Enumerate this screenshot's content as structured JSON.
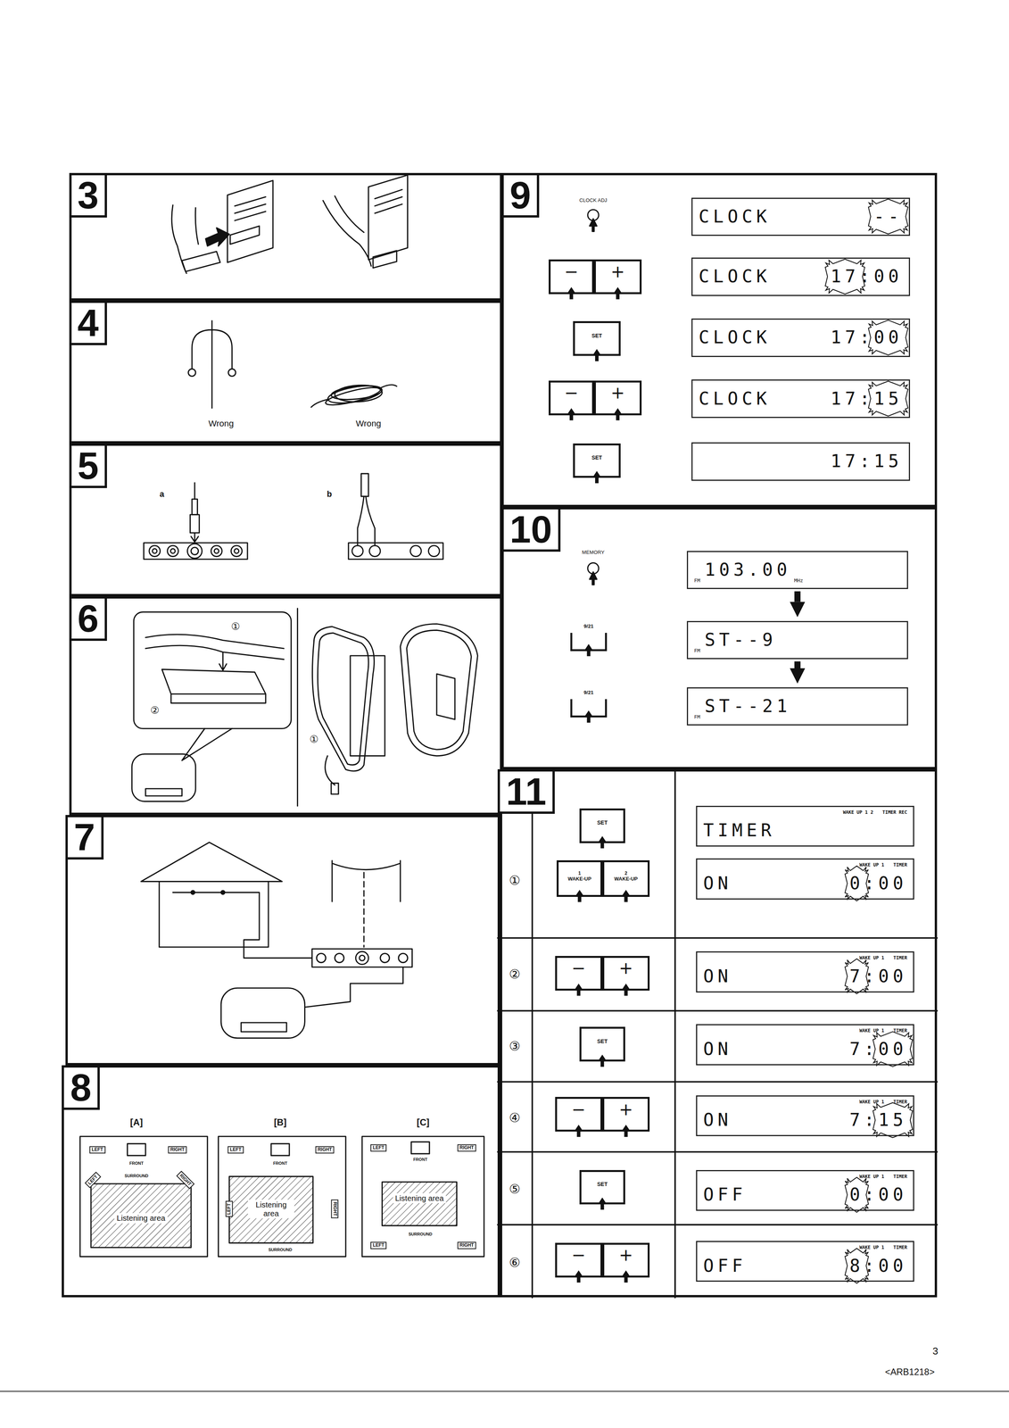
{
  "diagram": {
    "nodes": [
      {
        "text": [
          "3"
        ]
      },
      {
        "text": [
          "4"
        ]
      },
      {
        "text": [
          "5"
        ]
      },
      {
        "text": [
          "6"
        ]
      },
      {
        "text": [
          "7"
        ]
      },
      {
        "text": [
          "8"
        ]
      },
      {
        "text": [
          "9"
        ]
      },
      {
        "text": [
          "10"
        ]
      },
      {
        "text": [
          "11"
        ]
      },
      {
        "text": [
          "CLOCK",
          "--"
        ],
        "in": 6
      },
      {
        "text": [
          "−"
        ],
        "in": 6
      },
      {
        "text": [
          "+"
        ],
        "in": 6
      },
      {
        "text": [
          "CLOCK",
          "17:00"
        ],
        "in": 6
      },
      {
        "text": [
          "SET"
        ],
        "in": 6
      },
      {
        "text": [
          "CLOCK",
          "17:00"
        ],
        "in": 6
      },
      {
        "text": [
          "−"
        ],
        "in": 6
      },
      {
        "text": [
          "+"
        ],
        "in": 6
      },
      {
        "text": [
          "CLOCK",
          "17:15"
        ],
        "in": 6
      },
      {
        "text": [
          "SET"
        ],
        "in": 6
      },
      {
        "text": [
          "17:15"
        ],
        "in": 6
      },
      {
        "text": [
          "FM",
          "103.00",
          "MHz"
        ],
        "in": 7
      },
      {
        "text": [
          "9/21"
        ],
        "in": 7
      },
      {
        "text": [
          "FM",
          "ST--9"
        ],
        "in": 7
      },
      {
        "text": [
          "9/21"
        ],
        "in": 7
      },
      {
        "text": [
          "FM",
          "ST--21"
        ],
        "in": 7
      },
      {
        "text": [
          "SET"
        ],
        "in": 8
      },
      {
        "text": [
          "WAKE UP 1 2",
          "TIMER REC",
          "TIMER"
        ],
        "in": 8
      },
      {
        "text": [
          "1",
          "WAKE-UP"
        ],
        "in": 8
      },
      {
        "text": [
          "2",
          "WAKE-UP"
        ],
        "in": 8
      },
      {
        "text": [
          "WAKE UP 1",
          "TIMER",
          "ON",
          "0:00"
        ],
        "in": 8
      },
      {
        "text": [
          "−"
        ],
        "in": 8
      },
      {
        "text": [
          "+"
        ],
        "in": 8
      },
      {
        "text": [
          "WAKE UP 1",
          "TIMER",
          "ON",
          "7:00"
        ],
        "in": 8
      },
      {
        "text": [
          "SET"
        ],
        "in": 8
      },
      {
        "text": [
          "WAKE UP 1",
          "TIMER",
          "ON",
          "7:00"
        ],
        "in": 8
      },
      {
        "text": [
          "−"
        ],
        "in": 8
      },
      {
        "text": [
          "+"
        ],
        "in": 8
      },
      {
        "text": [
          "WAKE UP 1",
          "TIMER",
          "ON",
          "7:15"
        ],
        "in": 8
      },
      {
        "text": [
          "SET"
        ],
        "in": 8
      },
      {
        "text": [
          "WAKE UP 1",
          "TIMER",
          "OFF",
          "0:00"
        ],
        "in": 8
      },
      {
        "text": [
          "−"
        ],
        "in": 8
      },
      {
        "text": [
          "+"
        ],
        "in": 8
      },
      {
        "text": [
          "WAKE UP 1",
          "TIMER",
          "OFF",
          "8:00"
        ],
        "in": 8
      }
    ],
    "edges": [
      {
        "from": 20,
        "to": 22,
        "arrow": "to"
      },
      {
        "from": 22,
        "to": 24,
        "arrow": "to"
      }
    ],
    "labels": [
      "Wrong",
      "Wrong",
      "a",
      "b",
      "①",
      "②",
      "①",
      "[A]",
      "LEFT",
      "FRONT",
      "RIGHT",
      "LEFT",
      "SURROUND",
      "RIGHT",
      "Listening area",
      "[B]",
      "LEFT",
      "FRONT",
      "RIGHT",
      "LEFT",
      "Listening area",
      "RIGHT",
      "SURROUND",
      "[C]",
      "LEFT",
      "FRONT",
      "RIGHT",
      "Listening area",
      "SURROUND",
      "LEFT",
      "RIGHT",
      "CLOCK ADJ",
      "MEMORY",
      "①",
      "②",
      "③",
      "④",
      "⑤",
      "⑥",
      "3",
      "<ARB1218>"
    ]
  }
}
